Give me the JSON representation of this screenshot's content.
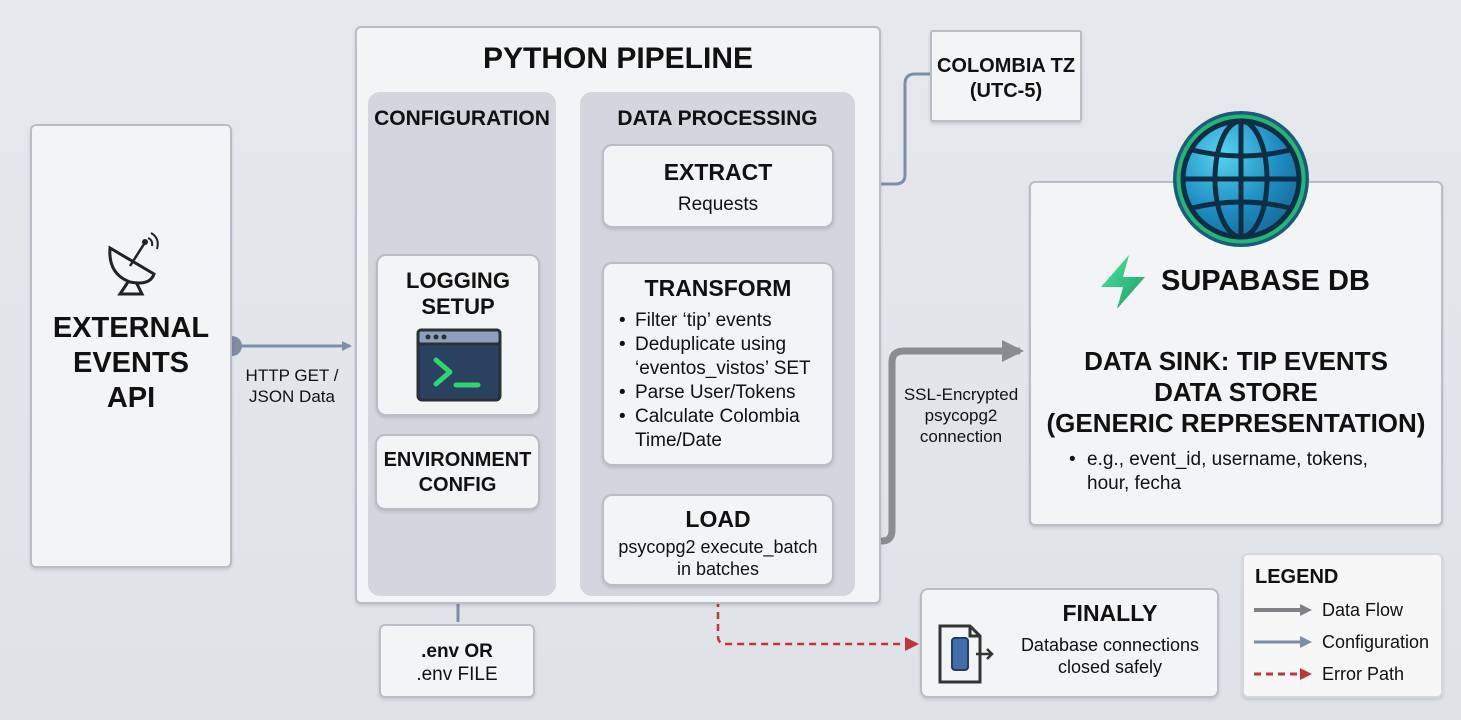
{
  "external_api": {
    "title_lines": [
      "EXTERNAL",
      "EVENTS",
      "API"
    ],
    "icon": "satellite-dish-icon"
  },
  "http_label": {
    "lines": [
      "HTTP GET /",
      "JSON Data"
    ]
  },
  "pipeline": {
    "title": "PYTHON PIPELINE",
    "configuration": {
      "header": "CONFIGURATION",
      "logging": {
        "lines": [
          "LOGGING",
          "SETUP"
        ],
        "icon": "terminal-icon"
      },
      "environment": {
        "lines": [
          "ENVIRONMENT",
          "CONFIG"
        ]
      }
    },
    "processing": {
      "header": "DATA PROCESSING",
      "extract": {
        "title": "EXTRACT",
        "subtitle": "Requests"
      },
      "transform": {
        "title": "TRANSFORM",
        "bullets": [
          "Filter ‘tip’ events",
          "Deduplicate using ‘eventos_vistos’ SET",
          "Parse User/Tokens",
          "Calculate Colombia Time/Date"
        ]
      },
      "load": {
        "title": "LOAD",
        "lines": [
          "psycopg2 execute_batch",
          "in batches"
        ]
      }
    }
  },
  "env_file": {
    "lines": [
      ".env OR",
      ".env FILE"
    ]
  },
  "colombia_tz": {
    "lines": [
      "COLOMBIA TZ",
      "(UTC-5)"
    ]
  },
  "ssl_label": {
    "lines": [
      "SSL-Encrypted",
      "psycopg2",
      "connection"
    ]
  },
  "supabase": {
    "icon": "globe-icon",
    "logo": "supabase-logo-icon",
    "name": "SUPABASE DB",
    "sink_lines": [
      "DATA SINK: TIP EVENTS",
      "DATA STORE",
      "(GENERIC REPRESENTATION)"
    ],
    "example_lines": [
      "e.g., event_id, username, tokens,",
      "hour, fecha"
    ]
  },
  "finally": {
    "title": "FINALLY",
    "lines": [
      "Database connections",
      "closed safely"
    ],
    "icon": "exit-door-icon"
  },
  "legend": {
    "title": "LEGEND",
    "items": [
      {
        "label": "Data Flow",
        "color": "#7f8184",
        "style": "solid"
      },
      {
        "label": "Configuration",
        "color": "#7d8ea6",
        "style": "solid"
      },
      {
        "label": "Error Path",
        "color": "#c0363a",
        "style": "dashed"
      }
    ]
  }
}
